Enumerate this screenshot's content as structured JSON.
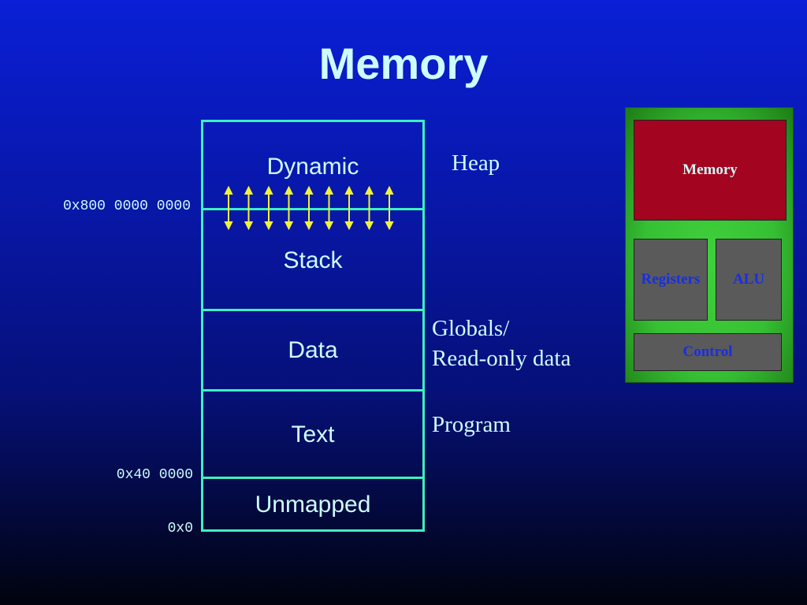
{
  "slide": {
    "title": "Memory"
  },
  "memory_map": {
    "segments": [
      {
        "label": "Dynamic"
      },
      {
        "label": "Stack"
      },
      {
        "label": "Data"
      },
      {
        "label": "Text"
      },
      {
        "label": "Unmapped"
      }
    ],
    "addresses": {
      "stack_top": "0x800 0000 0000",
      "text_base": "0x40 0000",
      "zero": "0x0"
    },
    "annotations": {
      "heap": "Heap",
      "globals_line1": "Globals/",
      "globals_line2": "Read-only data",
      "program": "Program"
    }
  },
  "cpu_diagram": {
    "memory": "Memory",
    "registers": "Registers",
    "alu": "ALU",
    "control": "Control"
  },
  "colors": {
    "outline": "#3df0c0",
    "text": "#cdfcfc",
    "arrow": "#f2f23a",
    "cpu_board": "#36c034",
    "cpu_memory": "#a3041f",
    "cpu_unit": "#5a5a5a"
  }
}
